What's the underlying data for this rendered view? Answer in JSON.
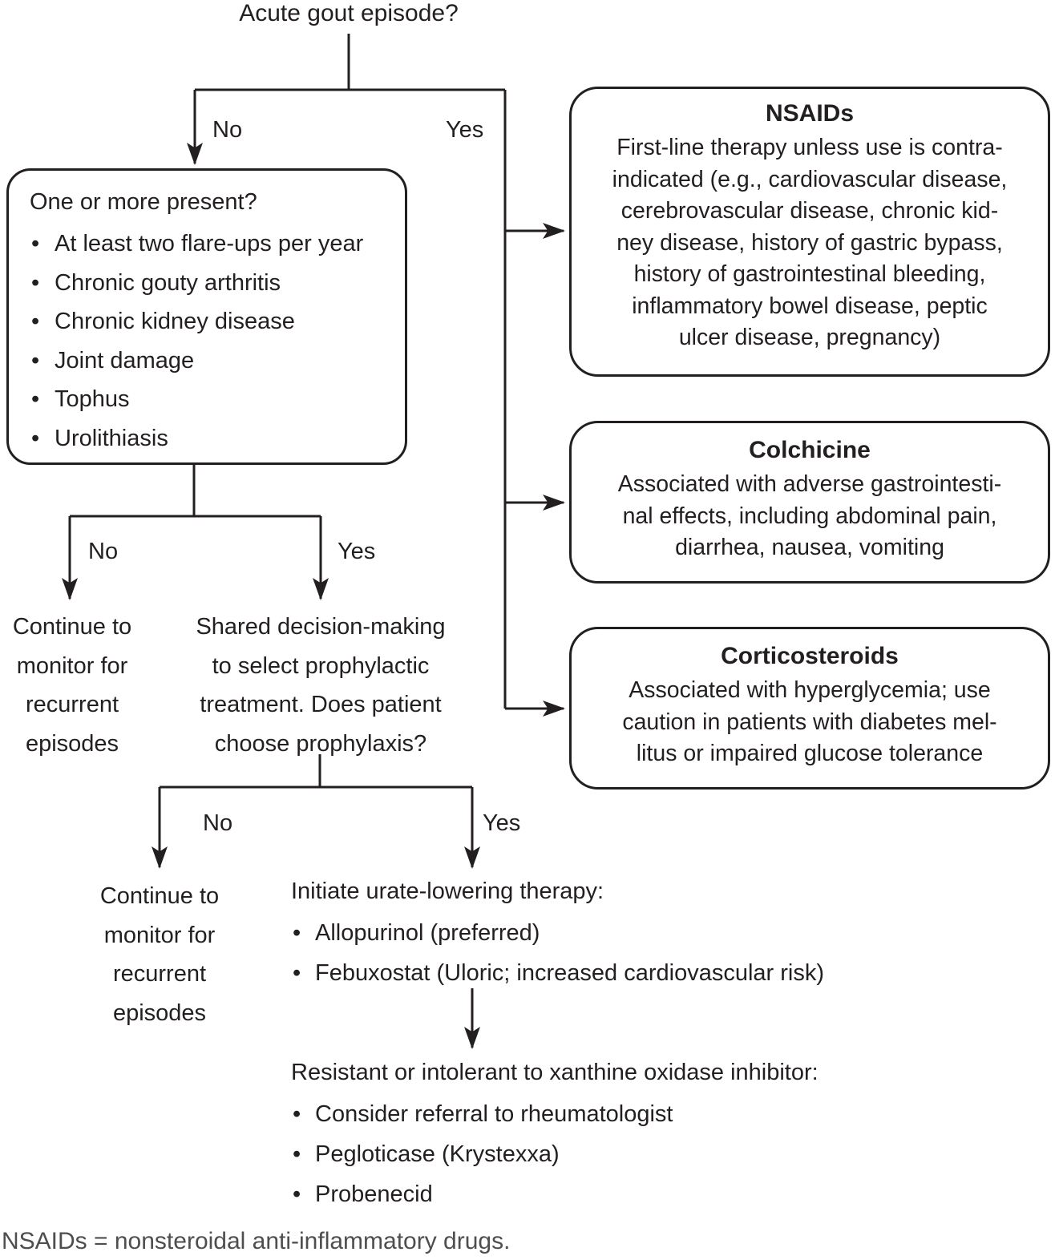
{
  "diagram": {
    "start_question": "Acute gout episode?",
    "branch_acute": {
      "no": "No",
      "yes": "Yes"
    },
    "criteria_box": {
      "title": "One or more present?",
      "items": [
        "At least two flare-ups per year",
        "Chronic gouty arthritis",
        "Chronic kidney disease",
        "Joint damage",
        "Tophus",
        "Urolithiasis"
      ]
    },
    "treatment_boxes": [
      {
        "title": "NSAIDs",
        "body_lines": [
          "First-line therapy unless use is contra-",
          "indicated (e.g., cardiovascular disease,",
          "cerebrovascular disease, chronic kid-",
          "ney disease, history of gastric bypass,",
          "history of gastrointestinal bleeding,",
          "inflammatory bowel disease, peptic",
          "ulcer disease, pregnancy)"
        ]
      },
      {
        "title": "Colchicine",
        "body_lines": [
          "Associated with adverse gastrointesti-",
          "nal effects, including abdominal pain,",
          "diarrhea, nausea, vomiting"
        ]
      },
      {
        "title": "Corticosteroids",
        "body_lines": [
          "Associated with hyperglycemia; use",
          "caution in patients with diabetes mel-",
          "litus or impaired glucose tolerance"
        ]
      }
    ],
    "branch_criteria": {
      "no": "No",
      "yes": "Yes",
      "no_outcome_lines": [
        "Continue to",
        "monitor for",
        "recurrent",
        "episodes"
      ],
      "yes_outcome_lines": [
        "Shared decision-making",
        "to select prophylactic",
        "treatment. Does patient",
        "choose prophylaxis?"
      ]
    },
    "branch_prophylaxis": {
      "no": "No",
      "yes": "Yes",
      "no_outcome_lines": [
        "Continue to",
        "monitor for",
        "recurrent",
        "episodes"
      ]
    },
    "urate_lowering": {
      "heading": "Initiate urate-lowering therapy:",
      "items": [
        "Allopurinol (preferred)",
        "Febuxostat (Uloric; increased cardiovascular risk)"
      ]
    },
    "resistant": {
      "heading": "Resistant or intolerant to xanthine oxidase inhibitor:",
      "items": [
        "Consider referral to rheumatologist",
        "Pegloticase (Krystexxa)",
        "Probenecid"
      ]
    },
    "footnote": "NSAIDs = nonsteroidal anti-inflammatory drugs.",
    "colors": {
      "ink": "#231f20"
    }
  }
}
